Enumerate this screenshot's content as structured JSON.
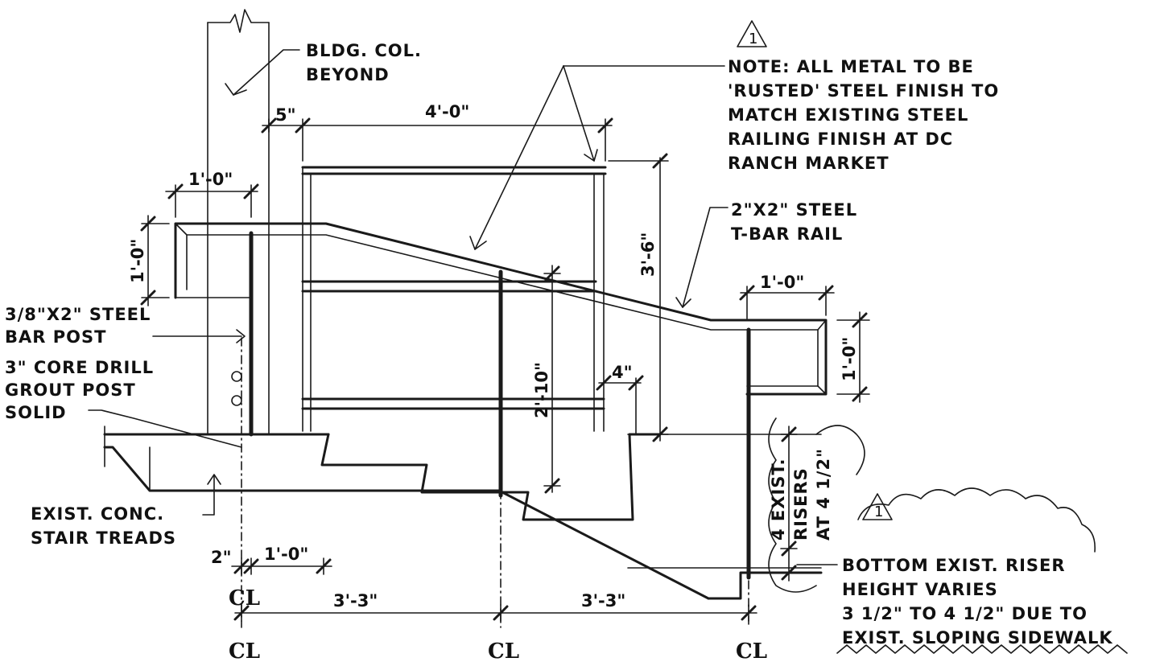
{
  "notes": {
    "bldg_col_1": "BLDG. COL.",
    "bldg_col_2": "BEYOND",
    "metal_1": "NOTE: ALL METAL TO BE",
    "metal_2": "'RUSTED' STEEL FINISH TO",
    "metal_3": "MATCH EXISTING STEEL",
    "metal_4": "RAILING FINISH AT DC",
    "metal_5": "RANCH MARKET",
    "tbar_1": "2\"X2\" STEEL",
    "tbar_2": "T-BAR RAIL",
    "bar_post_1": "3/8\"X2\" STEEL",
    "bar_post_2": "BAR POST",
    "core_1": "3\" CORE DRILL",
    "core_2": "GROUT POST",
    "core_3": "SOLID",
    "conc_1": "EXIST. CONC.",
    "conc_2": "STAIR TREADS",
    "risers_1": "4 EXIST.",
    "risers_2": "RISERS",
    "risers_3": "AT 4 1/2\"",
    "bottom_1": "BOTTOM EXIST. RISER",
    "bottom_2": "HEIGHT VARIES",
    "bottom_3": "3 1/2\" TO 4 1/2\" DUE TO",
    "bottom_4": "EXIST. SLOPING SIDEWALK"
  },
  "dims": {
    "d_5in": "5\"",
    "d_4_0": "4'-0\"",
    "d_1_0_top_left": "1'-0\"",
    "d_1_0_left_vert": "1'-0\"",
    "d_3_6": "3'-6\"",
    "d_1_0_right": "1'-0\"",
    "d_1_0_right_vert": "1'-0\"",
    "d_2_10": "2'-10\"",
    "d_4in": "4\"",
    "d_2in": "2\"",
    "d_1_0_bottom": "1'-0\"",
    "d_3_3_left": "3'-3\"",
    "d_3_3_right": "3'-3\""
  },
  "symbols": {
    "centerline": "CL",
    "revision": "1"
  }
}
